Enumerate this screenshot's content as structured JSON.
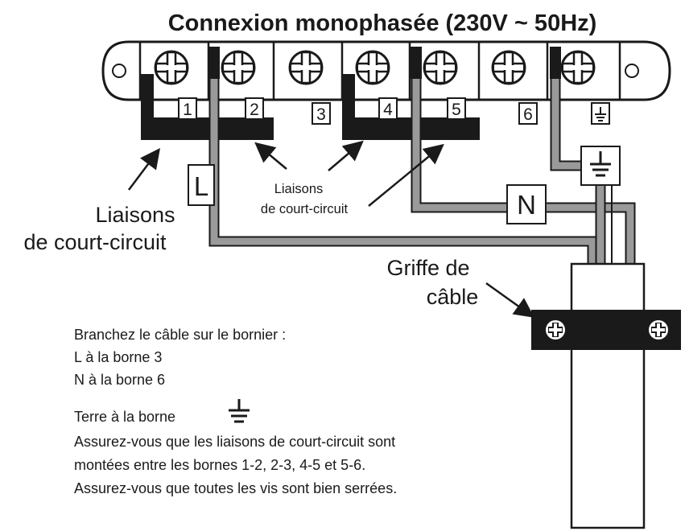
{
  "title": "Connexion monophasée (230V ~ 50Hz)",
  "terminals": [
    "1",
    "2",
    "3",
    "4",
    "5",
    "6"
  ],
  "labels": {
    "line": "L",
    "neutral": "N",
    "links_left_1": "Liaisons",
    "links_left_2": "de court-circuit",
    "links_mid_1": "Liaisons",
    "links_mid_2": "de court-circuit",
    "clamp_1": "Griffe de",
    "clamp_2": "câble"
  },
  "instructions": {
    "line1": "Branchez le câble sur le bornier :",
    "line2": "L à la borne 3",
    "line3": "N à la borne 6",
    "line4": "Terre à la borne",
    "line5": "Assurez-vous que les liaisons de court-circuit sont",
    "line6": "montées entre les bornes 1-2, 2-3, 4-5 et 5-6.",
    "line7": "Assurez-vous que toutes les vis sont bien serrées."
  },
  "icons": [
    "screw-icon",
    "ground-icon"
  ],
  "colors": {
    "wire": "#9a9a9a",
    "link": "#1a1a1a",
    "outline": "#1a1a1a"
  }
}
